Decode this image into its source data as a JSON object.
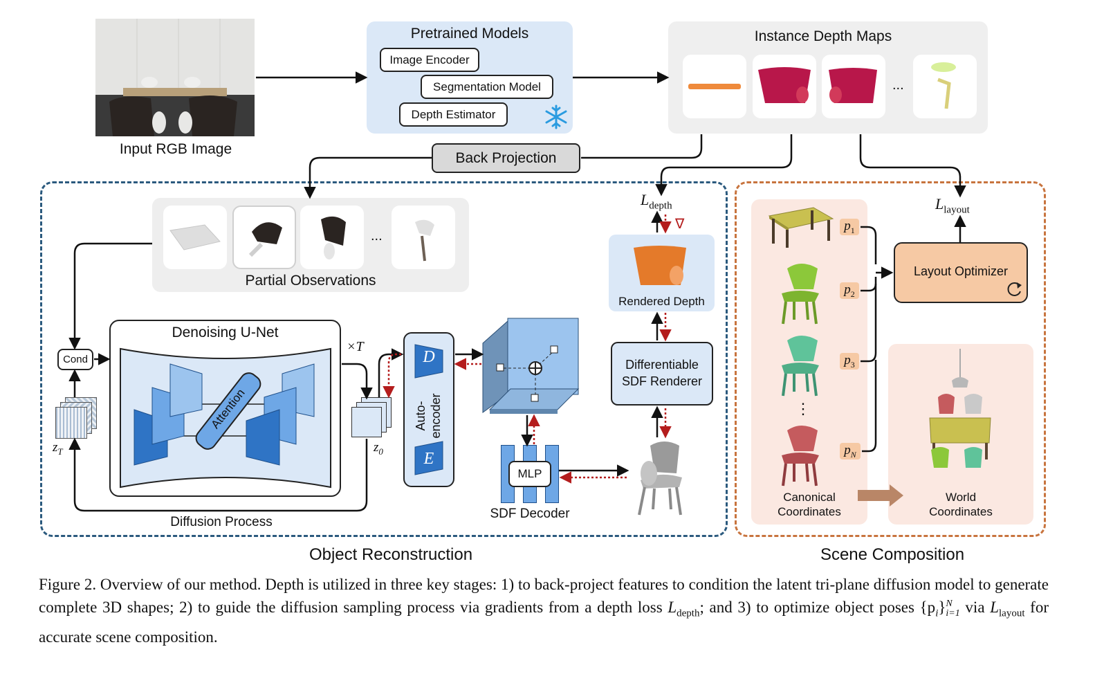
{
  "input": {
    "label": "Input RGB Image"
  },
  "pretrained": {
    "title": "Pretrained Models",
    "items": [
      "Image Encoder",
      "Segmentation Model",
      "Depth Estimator"
    ],
    "frozen_icon": "snowflake-icon"
  },
  "instance_depth": {
    "title": "Instance Depth Maps",
    "ellipsis": "..."
  },
  "back_projection": {
    "label": "Back Projection"
  },
  "partial": {
    "title": "Partial Observations",
    "ellipsis": "..."
  },
  "unet": {
    "title": "Denoising U-Net",
    "attention": "Attention",
    "times": "×T",
    "cond": "Cond",
    "z_T": "z",
    "z_T_sub": "T",
    "z_0": "z",
    "z_0_sub": "0",
    "diffusion": "Diffusion Process"
  },
  "autoencoder": {
    "label": "Auto-\nencoder",
    "decoder": "D",
    "encoder": "E"
  },
  "sdf": {
    "mlp": "MLP",
    "decoder": "SDF Decoder",
    "renderer_line1": "Differentiable",
    "renderer_line2": "SDF Renderer"
  },
  "rendered": {
    "label": "Rendered Depth"
  },
  "loss_depth": {
    "symbol": "L",
    "sub": "depth",
    "grad": "∇"
  },
  "loss_layout": {
    "symbol": "L",
    "sub": "layout"
  },
  "layout": {
    "label": "Layout Optimizer",
    "refresh_icon": "refresh-icon"
  },
  "poses": [
    {
      "p": "p",
      "sub": "1"
    },
    {
      "p": "p",
      "sub": "2"
    },
    {
      "p": "p",
      "sub": "3"
    },
    {
      "p": "p",
      "sub": "N"
    }
  ],
  "canonical": {
    "line1": "Canonical",
    "line2": "Coordinates",
    "vdots": "⋮"
  },
  "world": {
    "line1": "World",
    "line2": "Coordinates"
  },
  "sections": {
    "object": "Object Reconstruction",
    "scene": "Scene Composition"
  },
  "caption": {
    "text1": "Figure 2.  Overview of our method.  Depth is utilized in three key stages:  1) to back-project features to condition the latent tri-plane diffusion model to generate complete 3D shapes; 2) to guide the diffusion sampling process via gradients from a depth loss ",
    "l_depth": "L",
    "l_depth_sub": "depth",
    "text2": "; and 3) to optimize object poses ",
    "pose_set": "{p",
    "pose_sub": "i",
    "pose_close": "}",
    "pose_range_top": "N",
    "pose_range_bottom": "i=1",
    "text3": " via ",
    "l_layout": "L",
    "l_layout_sub": "layout",
    "text4": " for accurate scene composition."
  },
  "colors": {
    "blue_dash": "#2b5a7e",
    "orange_dash": "#c8743e",
    "light_blue": "#dbe8f7",
    "mid_blue": "#9cc4ee",
    "dark_blue": "#2f74c5",
    "orange_fill": "#f6c9a4",
    "pink_bg": "#fbe8e1",
    "red_dot": "#b41d1d"
  }
}
